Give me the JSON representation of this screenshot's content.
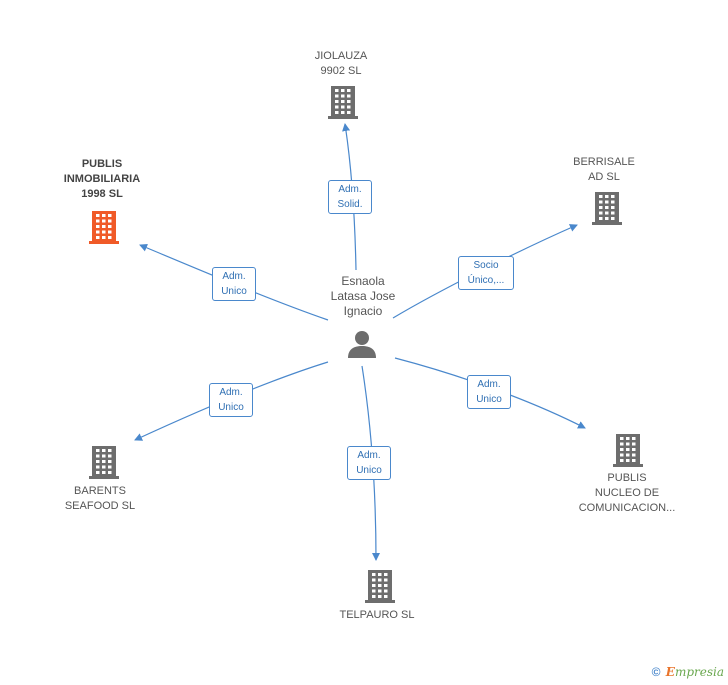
{
  "center": {
    "name": "Esnaola\nLatasa Jose\nIgnacio",
    "icon": "person-icon"
  },
  "nodes": [
    {
      "id": "jiolauza",
      "label": "JIOLAUZA\n9902 SL",
      "highlight": false,
      "icon": "building-icon",
      "role": "Adm.\nSolid."
    },
    {
      "id": "berrisale",
      "label": "BERRISALE\nAD SL",
      "highlight": false,
      "icon": "building-icon",
      "role": "Socio\nÚnico,..."
    },
    {
      "id": "publis-inmobiliaria",
      "label": "PUBLIS\nINMOBILIARIA\n1998 SL",
      "highlight": true,
      "icon": "building-icon",
      "role": "Adm.\nUnico"
    },
    {
      "id": "barents",
      "label": "BARENTS\nSEAFOOD SL",
      "highlight": false,
      "icon": "building-icon",
      "role": "Adm.\nUnico"
    },
    {
      "id": "telpauro",
      "label": "TELPAURO SL",
      "highlight": false,
      "icon": "building-icon",
      "role": "Adm.\nUnico"
    },
    {
      "id": "publis-nucleo",
      "label": "PUBLIS\nNUCLEO DE\nCOMUNICACION...",
      "highlight": false,
      "icon": "building-icon",
      "role": "Adm.\nUnico"
    }
  ],
  "colors": {
    "edge": "#4a88cc",
    "building": "#6d6d6d",
    "building_highlight": "#f05a28",
    "person": "#6d6d6d"
  },
  "footer": {
    "copyright": "©",
    "brand_initial": "E",
    "brand_rest": "mpresia"
  }
}
